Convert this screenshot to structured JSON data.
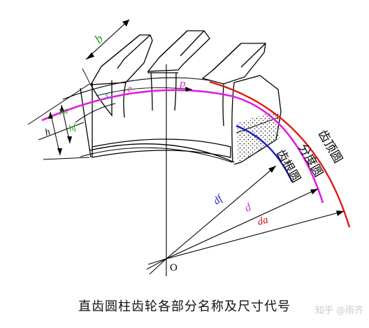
{
  "labels": {
    "b": "b",
    "s": "s",
    "e": "e",
    "p": "p",
    "ha": "ha",
    "hf": "hf",
    "h": "h",
    "df": "df",
    "d": "d",
    "da": "da",
    "origin": "O"
  },
  "circles": {
    "addendum": "齿顶圆",
    "pitch": "分度圆",
    "root": "齿根圆"
  },
  "caption": "直齿圆柱齿轮各部分名称及尺寸代号",
  "watermark": "知乎 @雨齐",
  "colors": {
    "b": "#1aa01a",
    "s": "#00a0c8",
    "e": "#c83cc8",
    "p": "#c83cc8",
    "ha": "#1aa01a",
    "hf": "#1aa01a",
    "h": "#000000",
    "df": "#1c1cc8",
    "d": "#c83cc8",
    "da": "#d01010",
    "addendum_circle": "#e01818",
    "pitch_circle": "#e020e0",
    "root_circle": "#1818d0"
  }
}
